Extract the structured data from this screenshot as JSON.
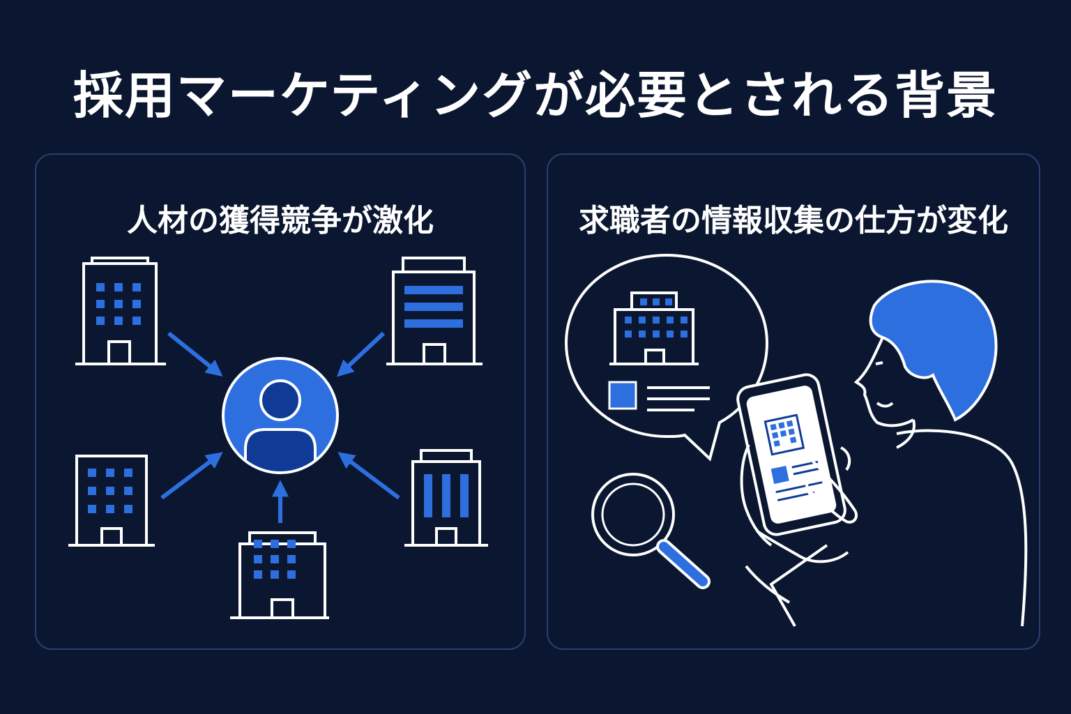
{
  "title": "採用マーケティングが必要とされる背景",
  "panels": [
    {
      "id": "competition",
      "heading": "人材の獲得競争が激化"
    },
    {
      "id": "info-gathering",
      "heading": "求職者の情報収集の仕方が変化"
    }
  ],
  "colors": {
    "background": "#0b1730",
    "line": "#ffffff",
    "accent": "#2e6fe0",
    "accent_dark": "#0f3b96",
    "panel_border": "#2a3f6e"
  },
  "icons": {
    "left": [
      "office-building-icon",
      "arrow-icon",
      "person-avatar-icon"
    ],
    "right": [
      "speech-bubble-icon",
      "magnifier-icon",
      "smartphone-icon",
      "job-seeker-person-icon"
    ]
  }
}
